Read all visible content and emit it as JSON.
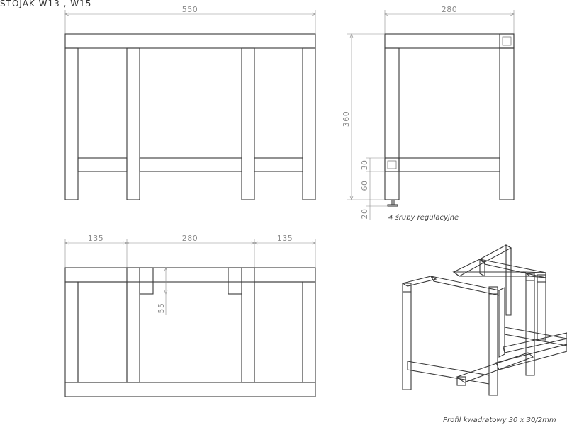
{
  "title": "STOJAK  W13 , W15",
  "front_view": {
    "width_dim": "550"
  },
  "side_view": {
    "depth_dim": "280",
    "height_dim": "360",
    "beam_dim": "30",
    "gap_dim": "60",
    "foot_dim": "20",
    "screw_note": "4 śruby regulacyjne"
  },
  "top_view": {
    "left_dim": "135",
    "mid_dim": "280",
    "right_dim": "135",
    "slot_dim": "55"
  },
  "profile_note": "Profil kwadratowy 30 x 30/2mm"
}
